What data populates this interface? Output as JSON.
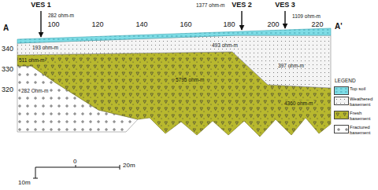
{
  "diagram": {
    "labels": [
      "A",
      "100",
      "120",
      "140",
      "160",
      "180",
      "200",
      "220",
      "A'",
      "VES 1",
      "VES 2",
      "VES 3",
      "1377 ohm-m",
      "1109 ohm-m",
      "282 ohm-m",
      "193 ohm-m",
      "493 ohm-m",
      "340",
      "511 ohm-m",
      "330",
      "282 Ohm-m",
      "5795 ohm-m",
      "397 ohm-m",
      "320",
      "4360 ohm-m",
      "LEGEND",
      "0",
      "20m",
      "10m"
    ],
    "legend": [
      {
        "text": "Top soil",
        "color": "#7fdde6"
      },
      {
        "text": "Weathered basement",
        "color": "#f4f4f4"
      },
      {
        "text": "Fresh basement",
        "color": "#b8b82e"
      },
      {
        "text": "Fractured basement",
        "color": "#ffffff"
      }
    ]
  }
}
